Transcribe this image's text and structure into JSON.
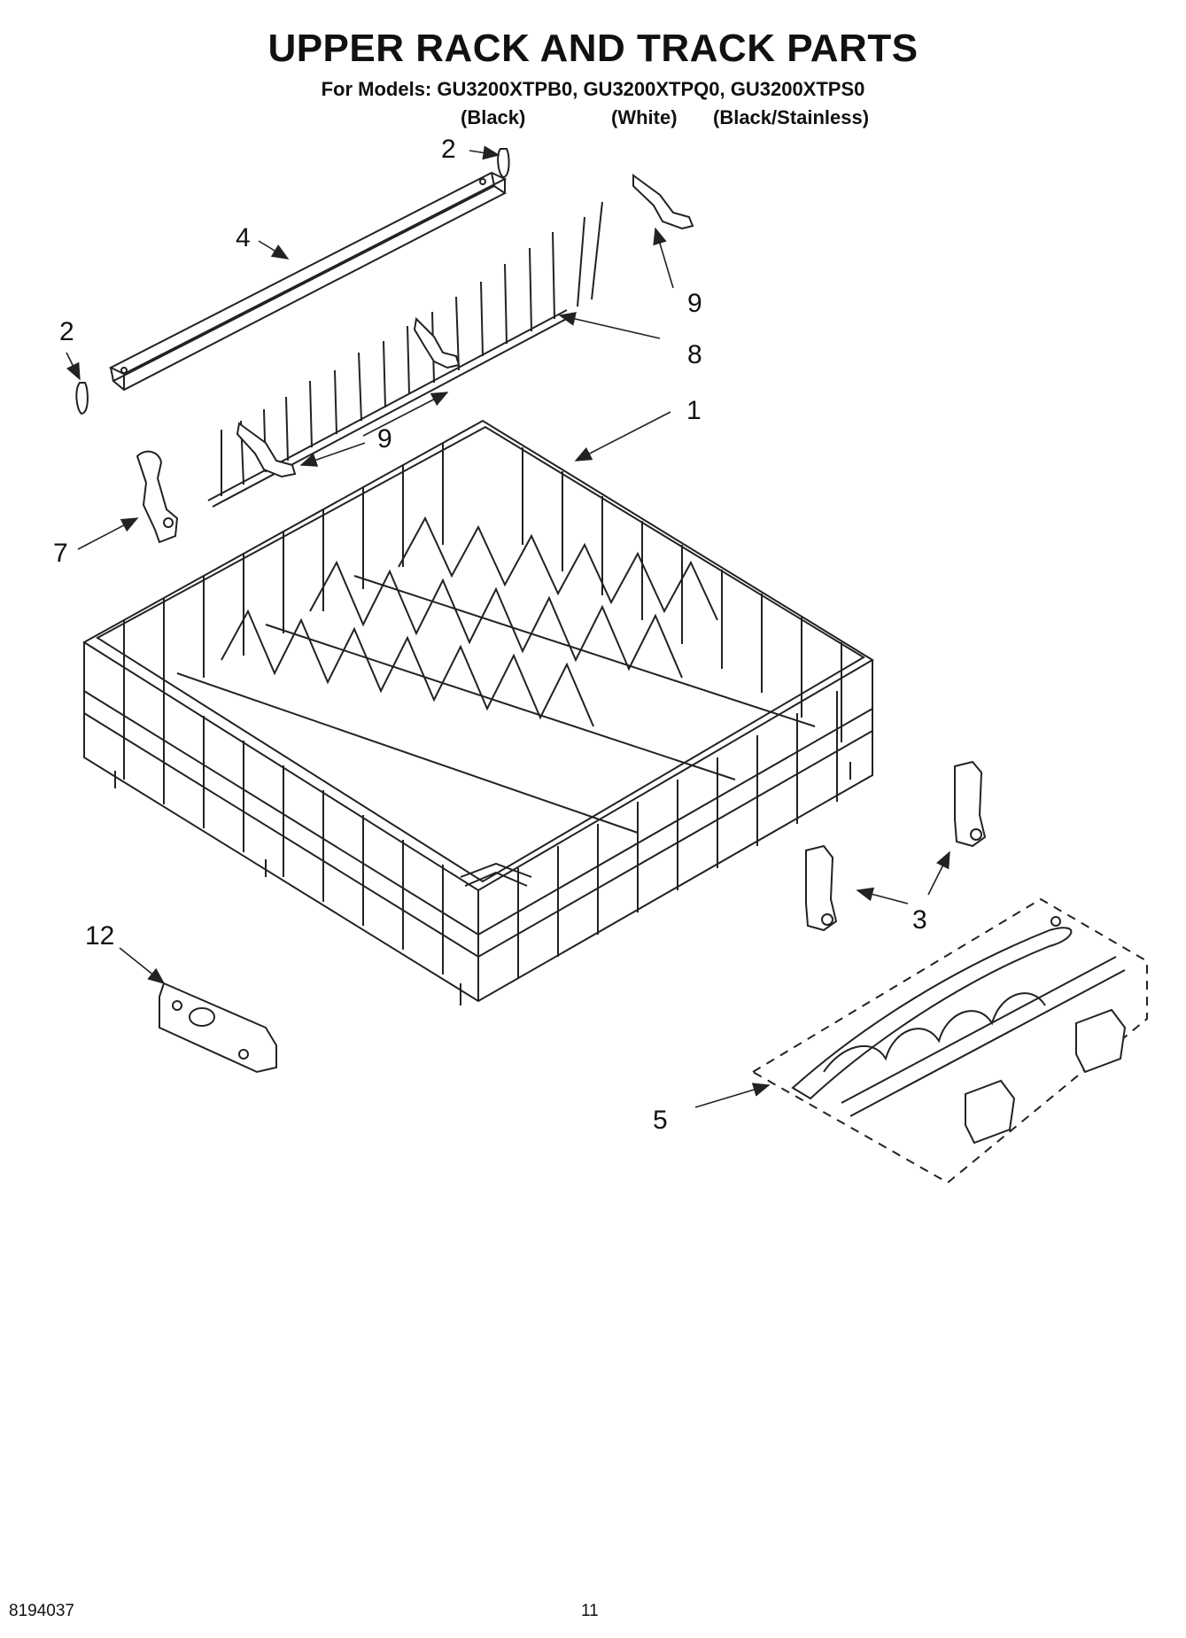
{
  "header": {
    "title": "UPPER RACK AND TRACK PARTS",
    "models_line": "For Models: GU3200XTPB0, GU3200XTPQ0, GU3200XTPS0",
    "variants": [
      "(Black)",
      "(White)",
      "(Black/Stainless)"
    ]
  },
  "callouts": {
    "c1": "1",
    "c2a": "2",
    "c2b": "2",
    "c3": "3",
    "c4": "4",
    "c5": "5",
    "c7": "7",
    "c8": "8",
    "c9a": "9",
    "c9b": "9",
    "c12": "12"
  },
  "footer": {
    "doc_number": "8194037",
    "page_number": "11"
  },
  "colors": {
    "line": "#222222",
    "background": "#ffffff"
  }
}
